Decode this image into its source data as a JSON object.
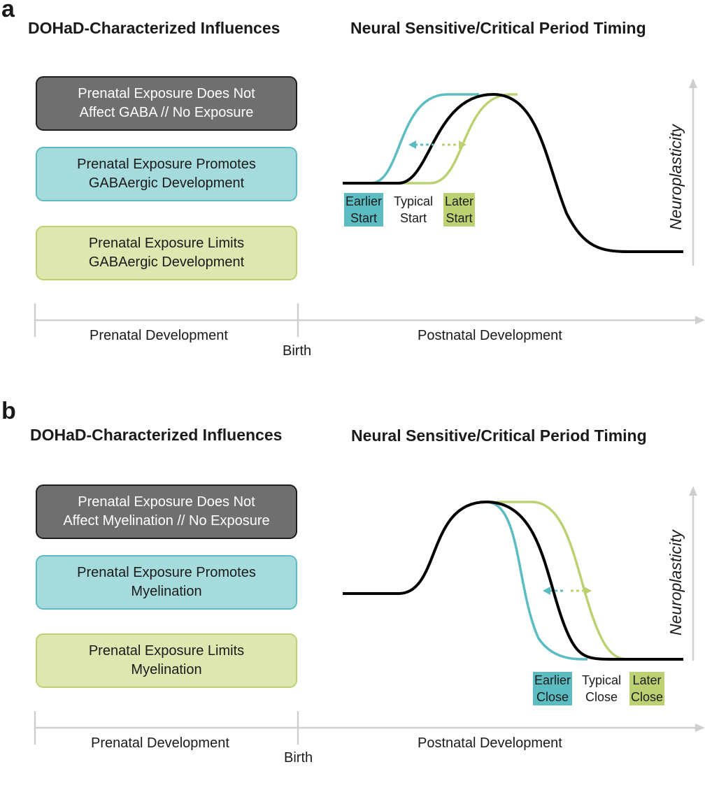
{
  "colors": {
    "typical": "#000000",
    "earlier": "#5bbcc2",
    "later": "#bcd272",
    "axis": "#cfcfcf"
  },
  "panels": [
    {
      "letter": "a",
      "left_heading": "DOHaD-Characterized Influences",
      "right_heading": "Neural Sensitive/Critical Period Timing",
      "boxes": [
        {
          "line1": "Prenatal Exposure Does Not",
          "line2": "Affect GABA // No Exposure"
        },
        {
          "line1": "Prenatal Exposure Promotes",
          "line2": "GABAergic Development"
        },
        {
          "line1": "Prenatal Exposure Limits",
          "line2": "GABAergic Development"
        }
      ],
      "y_axis_label": "Neuroplasticity",
      "markers": {
        "earlier": {
          "line1": "Earlier",
          "line2": "Start"
        },
        "typical": {
          "line1": "Typical",
          "line2": "Start"
        },
        "later": {
          "line1": "Later",
          "line2": "Start"
        }
      },
      "timeline": {
        "prenatal": "Prenatal Development",
        "birth": "Birth",
        "postnatal": "Postnatal Development"
      }
    },
    {
      "letter": "b",
      "left_heading": "DOHaD-Characterized Influences",
      "right_heading": "Neural Sensitive/Critical Period Timing",
      "boxes": [
        {
          "line1": "Prenatal Exposure Does Not",
          "line2": "Affect Myelination // No Exposure"
        },
        {
          "line1": "Prenatal Exposure Promotes",
          "line2": "Myelination"
        },
        {
          "line1": "Prenatal Exposure Limits",
          "line2": "Myelination"
        }
      ],
      "y_axis_label": "Neuroplasticity",
      "markers": {
        "earlier": {
          "line1": "Earlier",
          "line2": "Close"
        },
        "typical": {
          "line1": "Typical",
          "line2": "Close"
        },
        "later": {
          "line1": "Later",
          "line2": "Close"
        }
      },
      "timeline": {
        "prenatal": "Prenatal Development",
        "birth": "Birth",
        "postnatal": "Postnatal Development"
      }
    }
  ]
}
